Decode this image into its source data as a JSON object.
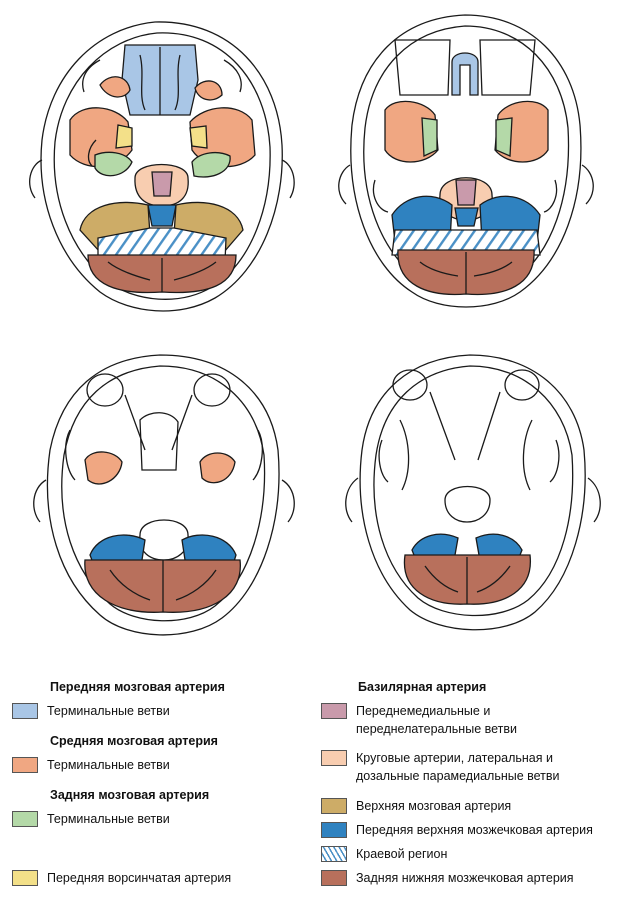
{
  "colors": {
    "anterior_cerebral": "#a9c6e6",
    "middle_cerebral": "#f0a782",
    "posterior_cerebral": "#b4d9a8",
    "anterior_choroidal": "#f3e089",
    "paramedian": "#c99aab",
    "circumferential": "#f8cdb0",
    "superior_cerebellar": "#cdac67",
    "aica": "#2f82c0",
    "watershed_stripe": "#4a90c6",
    "pica": "#b8705c",
    "outline": "#1a1a1a"
  },
  "legend": {
    "left": {
      "heading_aca": "Передняя мозговая артерия",
      "aca_terminal": "Терминальные ветви",
      "heading_mca": "Средняя мозговая артерия",
      "mca_terminal": "Терминальные ветви",
      "heading_pca": "Задняя мозговая артерия",
      "pca_terminal": "Терминальные ветви",
      "anterior_choroidal": "Передняя ворсинчатая артерия"
    },
    "right": {
      "heading_basilar": "Базилярная артерия",
      "paramedian_line1": "Переднемедиальные и",
      "paramedian_line2": "переднелатеральные ветви",
      "circumferential_line1": "Круговые артерии, латеральная и",
      "circumferential_line2": "дозальные парамедиальные ветви",
      "superior_cerebellar": "Верхняя мозговая артерия",
      "aica": "Передняя верхняя мозжечковая артерия",
      "watershed": "Краевой регион",
      "pica": "Задняя нижняя мозжечковая артерия"
    }
  }
}
